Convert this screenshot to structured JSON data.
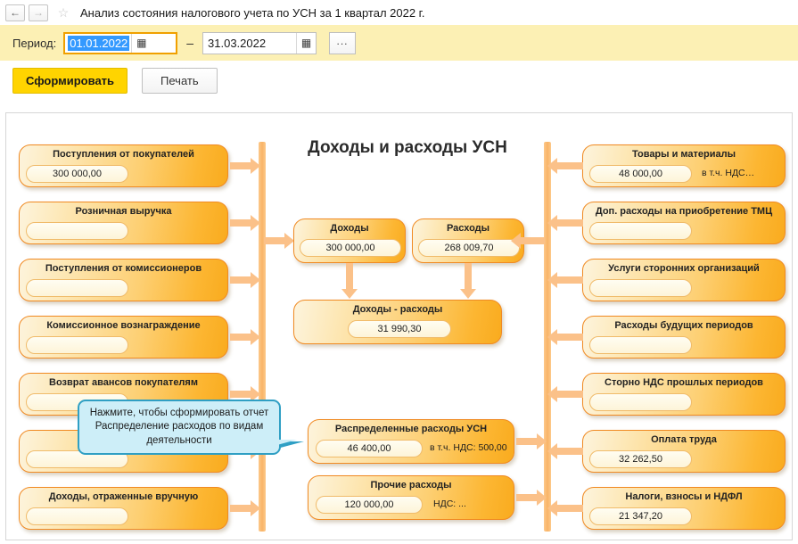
{
  "titlebar": {
    "back_icon": "arrow-left-icon",
    "forward_icon": "arrow-right-icon",
    "favorite_icon": "star-icon",
    "back_glyph": "←",
    "forward_glyph": "→",
    "star_glyph": "☆",
    "title": "Анализ состояния налогового учета по УСН за 1 квартал 2022 г."
  },
  "period": {
    "label": "Период:",
    "date_from": "01.01.2022",
    "date_to": "31.03.2022",
    "separator": "–",
    "calendar_glyph": "▦",
    "ellipsis_label": "...",
    "accent_focus": "#f0a000",
    "bar_bg": "#fcf0b4"
  },
  "toolbar": {
    "generate_label": "Сформировать",
    "print_label": "Печать",
    "generate_bg": "#ffd400"
  },
  "diagram": {
    "title": "Доходы и расходы УСН",
    "node_border": "#f08a22",
    "connector_color": "#fbc189",
    "left_nodes": [
      {
        "title": "Поступления от покупателей",
        "value": "300 000,00",
        "extra": ""
      },
      {
        "title": "Розничная выручка",
        "value": "",
        "extra": ""
      },
      {
        "title": "Поступления от комиссионеров",
        "value": "",
        "extra": ""
      },
      {
        "title": "Комиссионное вознаграждение",
        "value": "",
        "extra": ""
      },
      {
        "title": "Возврат авансов покупателям",
        "value": "",
        "extra": ""
      },
      {
        "title": "",
        "value": "",
        "extra": ""
      },
      {
        "title": "Доходы, отраженные вручную",
        "value": "",
        "extra": ""
      }
    ],
    "right_nodes": [
      {
        "title": "Товары и материалы",
        "value": "48 000,00",
        "extra": "в т.ч. НДС…"
      },
      {
        "title": "Доп. расходы на приобретение ТМЦ",
        "value": "",
        "extra": ""
      },
      {
        "title": "Услуги сторонних организаций",
        "value": "",
        "extra": ""
      },
      {
        "title": "Расходы будущих периодов",
        "value": "",
        "extra": ""
      },
      {
        "title": "Сторно НДС прошлых периодов",
        "value": "",
        "extra": ""
      },
      {
        "title": "Оплата труда",
        "value": "32 262,50",
        "extra": ""
      },
      {
        "title": "Налоги, взносы и НДФЛ",
        "value": "21 347,20",
        "extra": ""
      }
    ],
    "center_nodes": {
      "income": {
        "title": "Доходы",
        "value": "300 000,00"
      },
      "expense": {
        "title": "Расходы",
        "value": "268 009,70"
      },
      "profit": {
        "title": "Доходы - расходы",
        "value": "31 990,30"
      },
      "distributed": {
        "title": "Распределенные расходы УСН",
        "value": "46 400,00",
        "extra": "в т.ч. НДС: 500,00"
      },
      "other": {
        "title": "Прочие расходы",
        "value": "120 000,00",
        "extra": "НДС: ..."
      }
    }
  },
  "tooltip": {
    "text": "Нажмите, чтобы сформировать отчет Распределение расходов по видам деятельности",
    "bg": "#cdeef8",
    "border": "#2f9fc4"
  }
}
